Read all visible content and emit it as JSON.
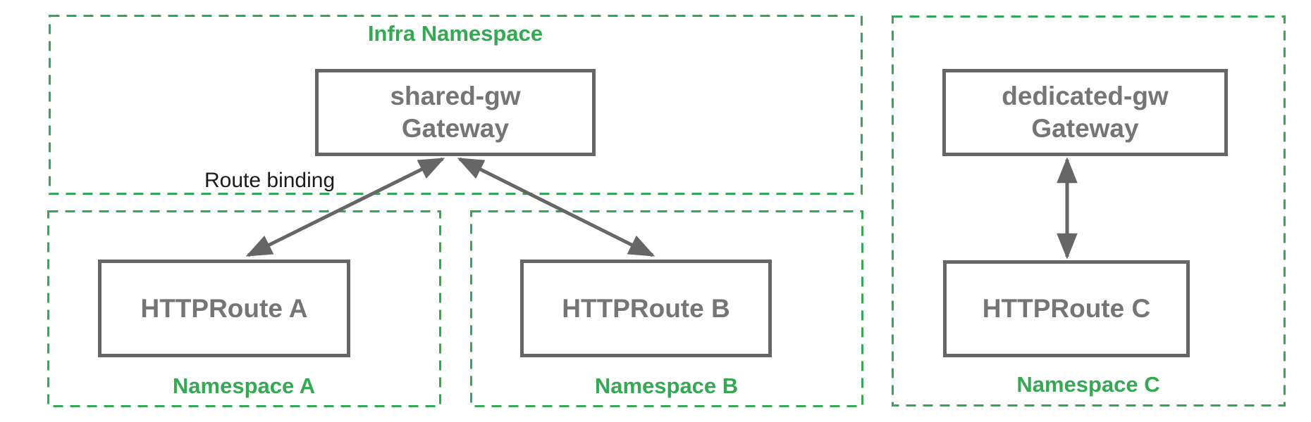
{
  "diagram": {
    "infra_namespace": {
      "label": "Infra Namespace"
    },
    "shared_gateway": {
      "line1": "shared-gw",
      "line2": "Gateway"
    },
    "dedicated_gateway": {
      "line1": "dedicated-gw",
      "line2": "Gateway"
    },
    "route_a": {
      "label": "HTTPRoute A"
    },
    "route_b": {
      "label": "HTTPRoute B"
    },
    "route_c": {
      "label": "HTTPRoute C"
    },
    "namespace_a": {
      "label": "Namespace A"
    },
    "namespace_b": {
      "label": "Namespace B"
    },
    "namespace_c": {
      "label": "Namespace C"
    },
    "route_binding_label": "Route binding",
    "colors": {
      "namespace_green": "#34A853",
      "box_border_gray": "#666666",
      "box_text_gray": "#757575",
      "annotation_black": "#1a1a1a"
    }
  }
}
